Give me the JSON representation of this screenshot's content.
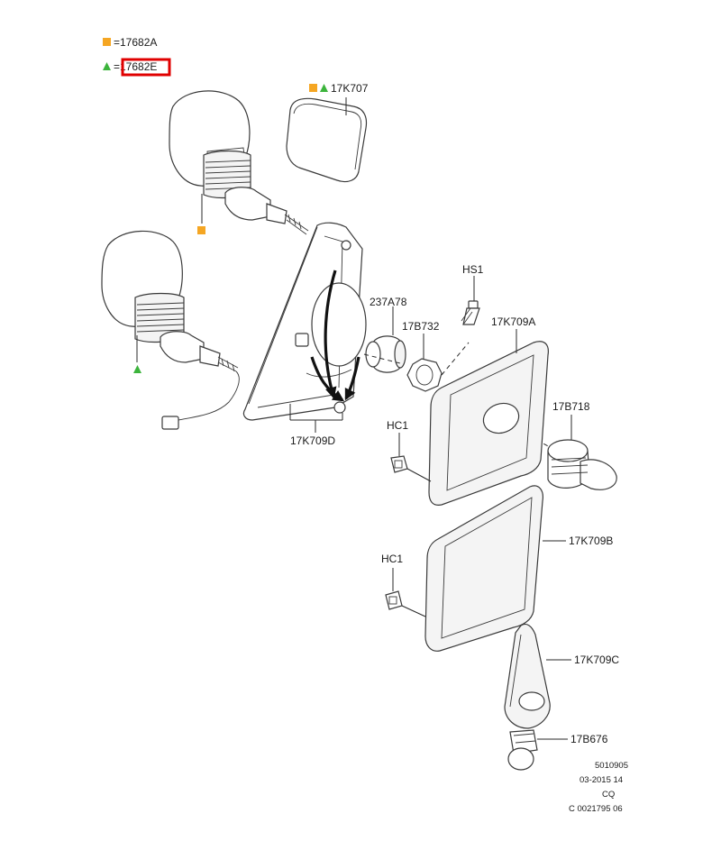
{
  "colors": {
    "square_marker": "#f5a623",
    "triangle_marker": "#3cb43c",
    "highlight_box": "#e00000",
    "line": "#3a3a3a"
  },
  "legend": {
    "square_marker_icon": "orange-square",
    "triangle_marker_icon": "green-triangle",
    "square_code": "=17682A",
    "triangle_code": "=17682E"
  },
  "callouts": {
    "mirror_glass": "17K707",
    "screw": "HS1",
    "bushing": "237A78",
    "nut": "17B732",
    "cover_a": "17K709A",
    "grommet": "17B718",
    "clip_upper": "HC1",
    "clip_lower": "HC1",
    "cover_b": "17K709B",
    "cover_c": "17K709C",
    "bulb": "17B676",
    "bracket_d": "17K709D"
  },
  "footer": {
    "line1": "5010905",
    "line2": "03-2015 14",
    "line3": "CQ",
    "line4": "C 0021795 06"
  }
}
